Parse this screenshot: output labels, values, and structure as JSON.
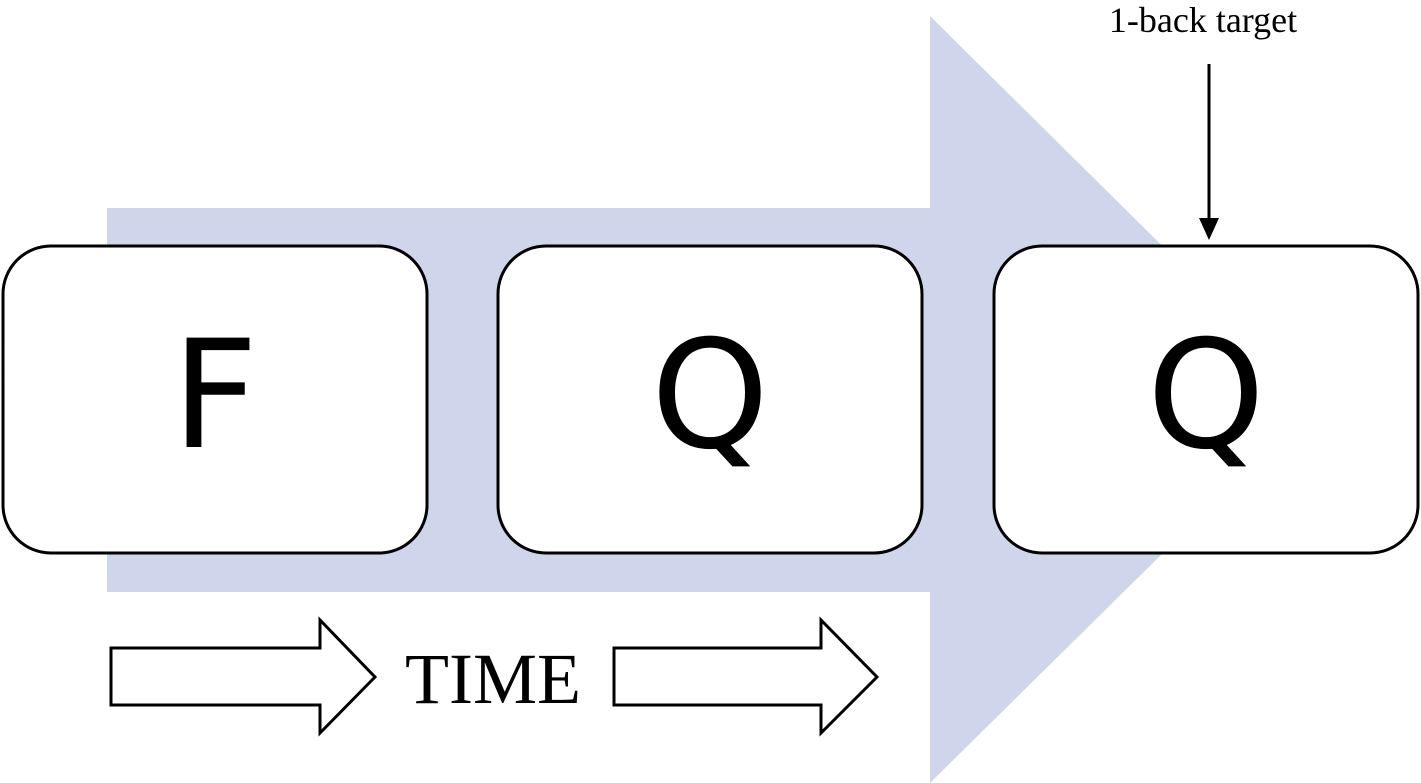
{
  "diagram": {
    "target_label": "1-back target",
    "time_label": "TIME",
    "cards": [
      {
        "letter": "F"
      },
      {
        "letter": "Q"
      },
      {
        "letter": "Q"
      }
    ]
  },
  "colors": {
    "background_arrow": "#cfd6eb",
    "stroke": "#000000",
    "card_fill": "#ffffff"
  }
}
